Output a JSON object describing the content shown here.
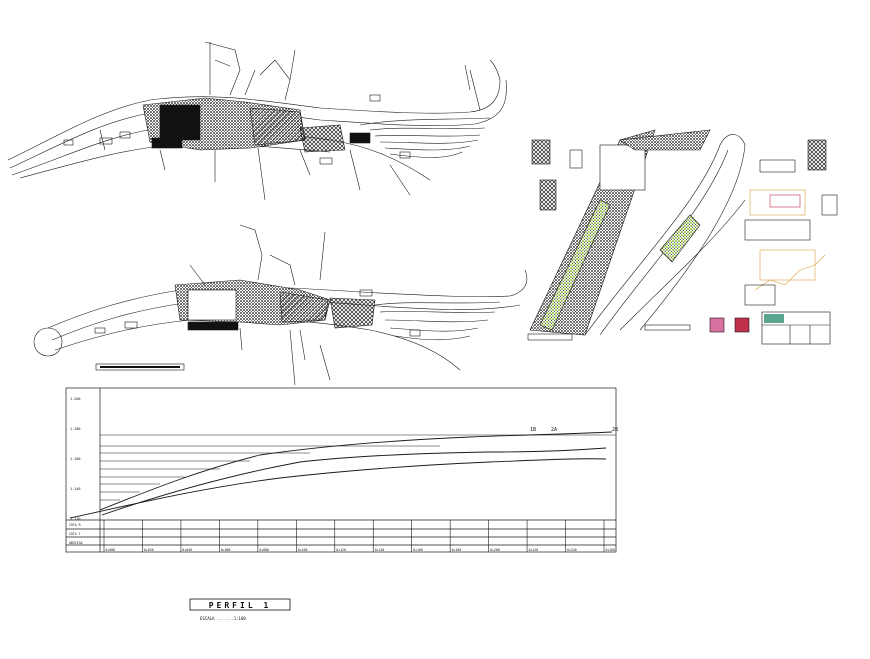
{
  "drawing": {
    "profile_title": "PERFIL 1",
    "profile_scale_text": "ESCALA .......1:100",
    "elevation_labels": [
      "1.200",
      "1.180",
      "1.160",
      "1.140",
      "1.120"
    ],
    "station_labels": [
      "0+000",
      "0+020",
      "0+040",
      "0+060",
      "0+080",
      "0+100",
      "0+120",
      "0+140",
      "0+160",
      "0+180",
      "0+200",
      "0+220",
      "0+240",
      "0+260"
    ],
    "row_labels": [
      "COTA R",
      "COTA T",
      "ABSCISA"
    ],
    "curve_labels": [
      "1B",
      "2A",
      "2B"
    ],
    "colors": {
      "line": "#1a1a1a",
      "hatch": "#222222",
      "vegetation": "#8fbf3a",
      "detail_red": "#c0304a",
      "detail_pink": "#d870a0",
      "detail_orange": "#d9a040",
      "title_teal": "#5aa590"
    }
  }
}
